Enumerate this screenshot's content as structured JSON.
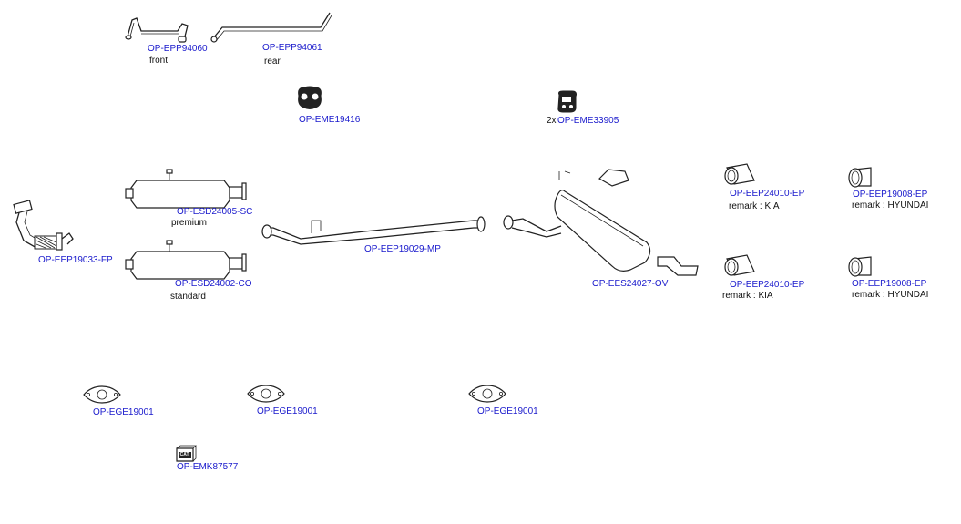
{
  "parts": {
    "pipe_front": {
      "code": "OP-EPP94060",
      "note": "front"
    },
    "pipe_rear": {
      "code": "OP-EPP94061",
      "note": "rear"
    },
    "mount_1": {
      "code": "OP-EME19416"
    },
    "mount_2": {
      "qty": "2x",
      "code": "OP-EME33905"
    },
    "dpf_premium": {
      "code": "OP-ESD24005-SC",
      "note": "premium"
    },
    "dpf_standard": {
      "code": "OP-ESD24002-CO",
      "note": "standard"
    },
    "front_pipe": {
      "code": "OP-EEP19033-FP"
    },
    "middle_pipe": {
      "code": "OP-EEP19029-MP"
    },
    "rear_silencer": {
      "code": "OP-EES24027-OV"
    },
    "tip_kia_1": {
      "code": "OP-EEP24010-EP",
      "note": "remark : KIA"
    },
    "tip_hyundai_1": {
      "code": "OP-EEP19008-EP",
      "note": "remark : HYUNDAI"
    },
    "tip_kia_2": {
      "code": "OP-EEP24010-EP",
      "note": "remark : KIA"
    },
    "tip_hyundai_2": {
      "code": "OP-EEP19008-EP",
      "note": "remark : HYUNDAI"
    },
    "gasket_1": {
      "code": "OP-EGE19001"
    },
    "gasket_2": {
      "code": "OP-EGE19001"
    },
    "gasket_3": {
      "code": "OP-EGE19001"
    },
    "mounting_kit": {
      "code": "OP-EMK87577",
      "icon_label": "CAT."
    }
  },
  "colors": {
    "link": "#1a1acc",
    "text": "#111111",
    "line": "#222222"
  }
}
